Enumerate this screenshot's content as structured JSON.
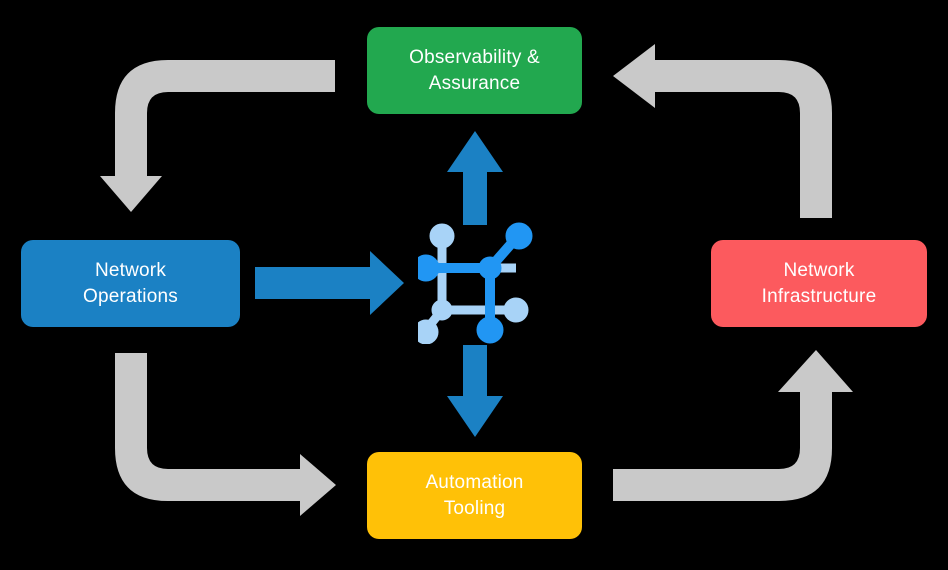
{
  "diagram": {
    "title": "Network automation closed-loop cycle",
    "background_color": "#000000",
    "center_icon": {
      "name": "network-topology-icon",
      "color_primary": "#2196f3",
      "color_secondary": "#a8d3f7"
    },
    "nodes": [
      {
        "id": "observability",
        "label": "Observability &\nAssurance",
        "color": "#22a84f",
        "position": "top"
      },
      {
        "id": "operations",
        "label": "Network\nOperations",
        "color": "#1b81c4",
        "position": "left"
      },
      {
        "id": "infrastructure",
        "label": "Network\nInfrastructure",
        "color": "#fc5a5e",
        "position": "right"
      },
      {
        "id": "automation",
        "label": "Automation\nTooling",
        "color": "#ffc107",
        "position": "bottom"
      }
    ],
    "connectors": {
      "blue_color": "#1b81c4",
      "gray_color": "#c9c9c9",
      "arrows": [
        {
          "id": "operations-to-center",
          "from": "operations",
          "to": "center",
          "direction": "right",
          "style": "blue-straight"
        },
        {
          "id": "center-to-observability",
          "from": "center",
          "to": "observability",
          "direction": "up",
          "style": "blue-straight"
        },
        {
          "id": "center-to-automation",
          "from": "center",
          "to": "automation",
          "direction": "down",
          "style": "blue-straight"
        },
        {
          "id": "observability-to-operations",
          "from": "observability",
          "to": "operations",
          "direction": "down",
          "style": "gray-elbow"
        },
        {
          "id": "operations-to-automation",
          "from": "operations",
          "to": "automation",
          "direction": "right",
          "style": "gray-elbow"
        },
        {
          "id": "infrastructure-to-observability",
          "from": "infrastructure",
          "to": "observability",
          "direction": "left",
          "style": "gray-elbow"
        },
        {
          "id": "automation-to-infrastructure",
          "from": "automation",
          "to": "infrastructure",
          "direction": "up",
          "style": "gray-elbow"
        }
      ]
    }
  }
}
